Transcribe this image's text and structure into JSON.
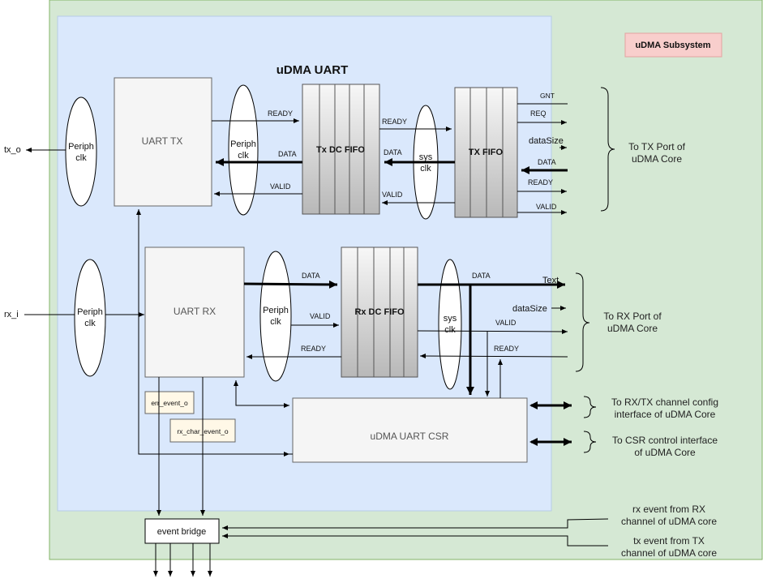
{
  "subsystem": {
    "label": "uDMA Subsystem"
  },
  "uart": {
    "title": "uDMA UART"
  },
  "blocks": {
    "uart_tx": "UART TX",
    "uart_rx": "UART RX",
    "tx_dc_fifo": "Tx DC FIFO",
    "tx_fifo": "TX FIFO",
    "rx_dc_fifo": "Rx DC FIFO",
    "csr": "uDMA UART CSR",
    "event_bridge": "event bridge",
    "err_event": "err_event_o",
    "rx_char_event": "rx_char_event_o"
  },
  "clocks": {
    "periph_tx_line1": "Periph",
    "periph_tx_line2": "clk",
    "periph_mid_tx_line1": "Periph",
    "periph_mid_tx_line2": "clk",
    "sys_tx_line1": "sys",
    "sys_tx_line2": "clk",
    "periph_rx_line1": "Periph",
    "periph_rx_line2": "clk",
    "periph_mid_rx_line1": "Periph",
    "periph_mid_rx_line2": "clk",
    "sys_rx_line1": "sys",
    "sys_rx_line2": "clk"
  },
  "pins": {
    "tx_o": "tx_o",
    "rx_i": "rx_i"
  },
  "signals": {
    "tx_ready1": "READY",
    "tx_data1": "DATA",
    "tx_valid1": "VALID",
    "tx_ready2": "READY",
    "tx_data2": "DATA",
    "tx_valid2": "VALID",
    "gnt": "GNT",
    "req": "REQ",
    "datasize_tx": "dataSize",
    "tx_data3": "DATA",
    "tx_ready3": "READY",
    "tx_valid3": "VALID",
    "rx_data1": "DATA",
    "rx_valid1": "VALID",
    "rx_ready1": "READY",
    "rx_data2": "DATA",
    "rx_text": "Text",
    "datasize_rx": "dataSize",
    "rx_valid2": "VALID",
    "rx_ready2": "READY"
  },
  "notes": {
    "tx_port_line1": "To TX Port of",
    "tx_port_line2": "uDMA Core",
    "rx_port_line1": "To RX Port of",
    "rx_port_line2": "uDMA Core",
    "cfg_line1": "To RX/TX channel config",
    "cfg_line2": "interface of uDMA Core",
    "csr_line1": "To CSR control interface",
    "csr_line2": "of uDMA Core",
    "rx_event_line1": "rx event from RX",
    "rx_event_line2": "channel of uDMA core",
    "tx_event_line1": "tx event from TX",
    "tx_event_line2": "channel of uDMA core"
  },
  "colors": {
    "subsystem_bg": "#d5e8d4",
    "uart_bg": "#dae8fc",
    "label_bg": "#f8cecc",
    "block_bg": "#f5f5f5",
    "event_bg": "#fff8e7"
  }
}
